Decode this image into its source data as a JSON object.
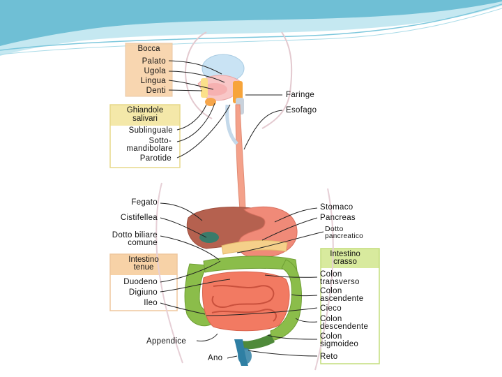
{
  "slide": {
    "colors": {
      "swoosh_dark": "#5fb7d0",
      "swoosh_light": "#bfe6ef",
      "peach_box": "#f7d2a7",
      "yellow_box": "#f4e8a9",
      "green_box": "#d8ea9e"
    }
  },
  "diagram": {
    "labels": {
      "bocca": "Bocca",
      "palato": "Palato",
      "ugola": "Ugola",
      "lingua": "Lingua",
      "denti": "Denti",
      "faringe": "Faringe",
      "esofago": "Esofago",
      "ghiandole_1": "Ghiandole",
      "ghiandole_2": "salivari",
      "sublinguale": "Sublinguale",
      "sotto_1": "Sotto-",
      "sotto_2": "mandibolare",
      "parotide": "Parotide",
      "fegato": "Fegato",
      "cistifellea": "Cistifellea",
      "dotto_biliare_1": "Dotto biliare",
      "dotto_biliare_2": "comune",
      "intestino_tenue_1": "Intestino",
      "intestino_tenue_2": "tenue",
      "duodeno": "Duodeno",
      "digiuno": "Digiuno",
      "ileo": "Ileo",
      "appendice": "Appendice",
      "ano": "Ano",
      "stomaco": "Stomaco",
      "pancreas": "Pancreas",
      "dotto_pancreatico_1": "Dotto",
      "dotto_pancreatico_2": "pancreatico",
      "intestino_crasso_1": "Intestino",
      "intestino_crasso_2": "crasso",
      "colon_transverso_1": "Colon",
      "colon_transverso_2": "transverso",
      "colon_ascendente_1": "Colon",
      "colon_ascendente_2": "ascendente",
      "cieco": "Cieco",
      "colon_discendente_1": "Colon",
      "colon_discendente_2": "descendente",
      "colon_sigmoideo_1": "Colon",
      "colon_sigmoideo_2": "sigmoideo",
      "retto": "Reto"
    }
  }
}
